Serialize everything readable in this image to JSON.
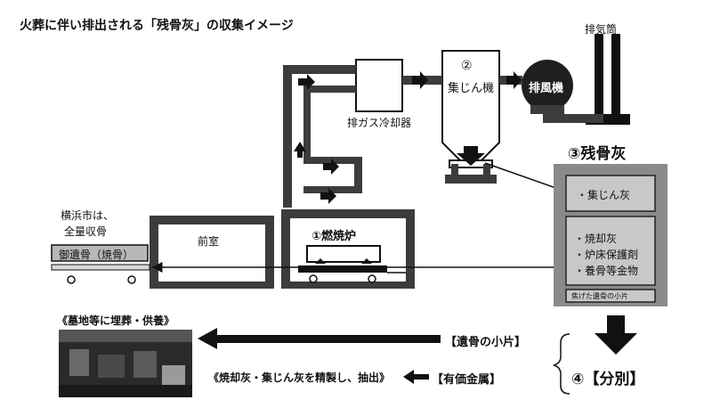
{
  "title": "火葬に伴い排出される「残骨灰」の収集イメージ",
  "labels": {
    "chimney": "排気筒",
    "dust_collector_num": "②",
    "dust_collector": "集じん機",
    "exhaust_fan": "排風機",
    "gas_cooler": "排ガス冷却器",
    "residual_ash": "③残骨灰",
    "dust_ash": "・集じん灰",
    "incinerator_ash": "・焼却灰",
    "floor_protector": "・炉床保護剤",
    "bone_metal": "・養骨等金物",
    "burnt_fragments": "焦げた遺骨の小片",
    "yokohama_line1": "横浜市は、",
    "yokohama_line2": "全量収骨",
    "remains": "御遺骨（焼骨）",
    "antechamber": "前室",
    "incinerator": "①燃焼炉",
    "burial": "《墓地等に埋葬・供養》",
    "bone_fragments": "【遺骨の小片】",
    "refine": "《焼却灰・集じん灰を精製し、抽出》",
    "valuable_metal": "【有価金属】",
    "sorting": "④【分別】"
  },
  "colors": {
    "dark_gray": "#3c3c3c",
    "mid_gray": "#8a8a8a",
    "light_gray": "#d0d0d0",
    "black": "#111111"
  }
}
